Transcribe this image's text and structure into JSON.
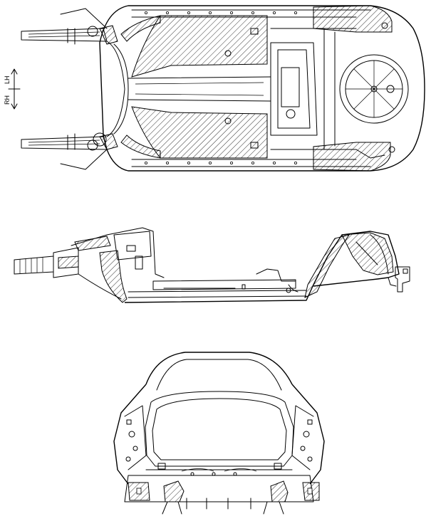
{
  "orientation": {
    "left_label": "RH",
    "right_label": "LH"
  },
  "colors": {
    "line": "#000000",
    "background": "#ffffff",
    "hatch": "#000000"
  },
  "views": [
    {
      "name": "underbody-bottom-view"
    },
    {
      "name": "underbody-side-view"
    },
    {
      "name": "rear-end-view"
    }
  ]
}
